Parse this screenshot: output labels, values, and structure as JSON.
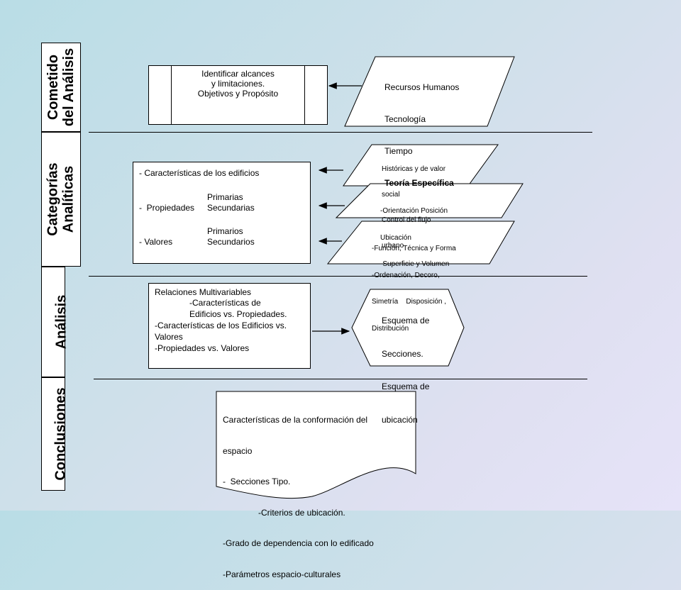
{
  "sections": {
    "cometido": "Cometido\ndel Análisis",
    "categorias": "Categorías\nAnalíticas",
    "analisis": "Análisis",
    "conclusiones": "Conclusiones"
  },
  "cometido": {
    "process_lines": [
      "Identificar alcances",
      "y limitaciones.",
      "Objetivos y Propósito"
    ],
    "input_lines": [
      "Recursos Humanos",
      "Tecnología",
      "Tiempo",
      "Teoría Específica"
    ]
  },
  "categorias": {
    "title": "- Características de los edificios",
    "primarias": "Primarias",
    "propiedades": "-  Propiedades",
    "secundarias": "Secundarias",
    "primarios": "Primarios",
    "valores": "- Valores",
    "secundarios": "Secundarios",
    "input1_lines": [
      "Históricas y de valor",
      "social",
      "Control del flujo",
      "urbano"
    ],
    "input2_lines": [
      "-Orientación Posición",
      "Ubicación",
      "-Superficie y Volumen"
    ],
    "input3_lines": [
      "-Función, Técnica y Forma",
      "-Ordenación, Decoro,",
      "Simetría    Disposición ,",
      "Distribución"
    ]
  },
  "analisis": {
    "box_lines": [
      "Relaciones Multivariables",
      "-Características de",
      "Edificios vs. Propiedades.",
      "-Características de los Edificios vs.",
      "Valores",
      "-Propiedades vs. Valores"
    ],
    "output_lines": [
      "Esquema de",
      "Secciones.",
      "Esquema de",
      "ubicación"
    ]
  },
  "conclusiones": {
    "doc_lines": [
      "Características de la conformación del",
      "espacio",
      "-  Secciones Tipo.",
      "-Criterios de ubicación.",
      "-Grado de dependencia con lo edificado",
      "-Parámetros espacio-culturales"
    ]
  }
}
